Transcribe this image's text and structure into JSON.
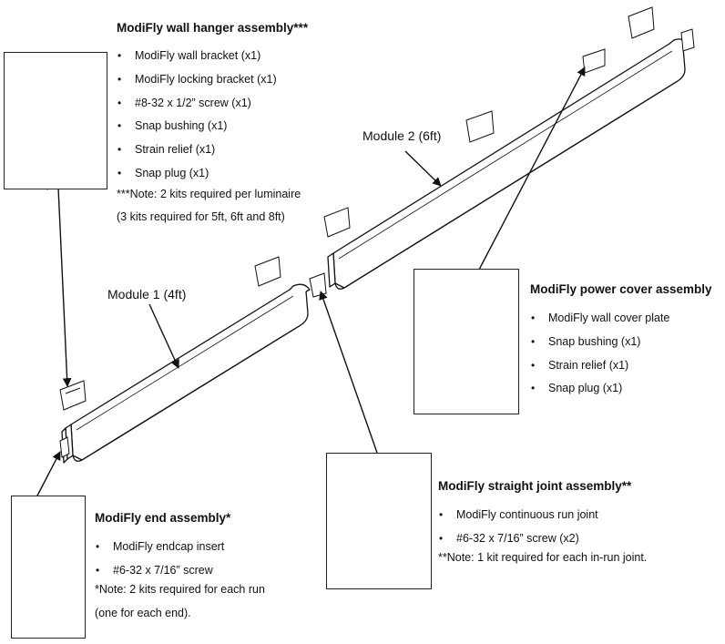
{
  "wall_hanger": {
    "title": "ModiFly wall hanger assembly***",
    "items": [
      "ModiFly wall bracket (x1)",
      "ModiFly locking bracket (x1)",
      "#8-32 x 1/2” screw (x1)",
      "Snap bushing (x1)",
      "Strain relief (x1)",
      "Snap plug (x1)"
    ],
    "note_line1": "***Note: 2 kits required per luminaire",
    "note_line2": "(3 kits required for 5ft, 6ft and 8ft)"
  },
  "power_cover": {
    "title": "ModiFly power cover assembly",
    "items": [
      "ModiFly wall cover plate",
      "Snap bushing (x1)",
      "Strain relief (x1)",
      "Snap plug (x1)"
    ]
  },
  "straight_joint": {
    "title": "ModiFly straight joint assembly**",
    "items": [
      "ModiFly continuous run joint",
      "#6-32 x 7/16” screw (x2)"
    ],
    "note": "**Note: 1 kit required for each in-run joint."
  },
  "end_assembly": {
    "title": "ModiFly end assembly*",
    "items": [
      "ModiFly endcap insert",
      "#6-32 x 7/16” screw"
    ],
    "note_line1": "*Note: 2 kits required for each run",
    "note_line2": "(one for each end)."
  },
  "modules": {
    "module1": "Module 1 (4ft)",
    "module2": "Module 2 (6ft)"
  }
}
